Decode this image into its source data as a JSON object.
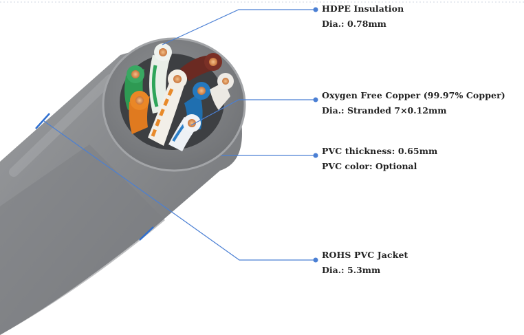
{
  "callouts": [
    {
      "title": "HDPE Insulation",
      "detail": "Dia.: 0.78mm"
    },
    {
      "title": "Oxygen Free Copper (99.97% Copper)",
      "detail": "Dia.: Stranded 7×0.12mm"
    },
    {
      "title": "PVC thickness: 0.65mm",
      "detail": "PVC color: Optional"
    },
    {
      "title": "ROHS PVC Jacket",
      "detail": "Dia.: 5.3mm"
    }
  ],
  "colors": {
    "jacket": "#8a8c8f",
    "jacket_dark": "#6d6f72",
    "callout_line": "#4a7fd4",
    "text": "#222222",
    "wire_green": "#2e9a53",
    "wire_brown": "#6b2a22",
    "wire_blue": "#1f6fb0",
    "wire_orange": "#e07a1f"
  }
}
